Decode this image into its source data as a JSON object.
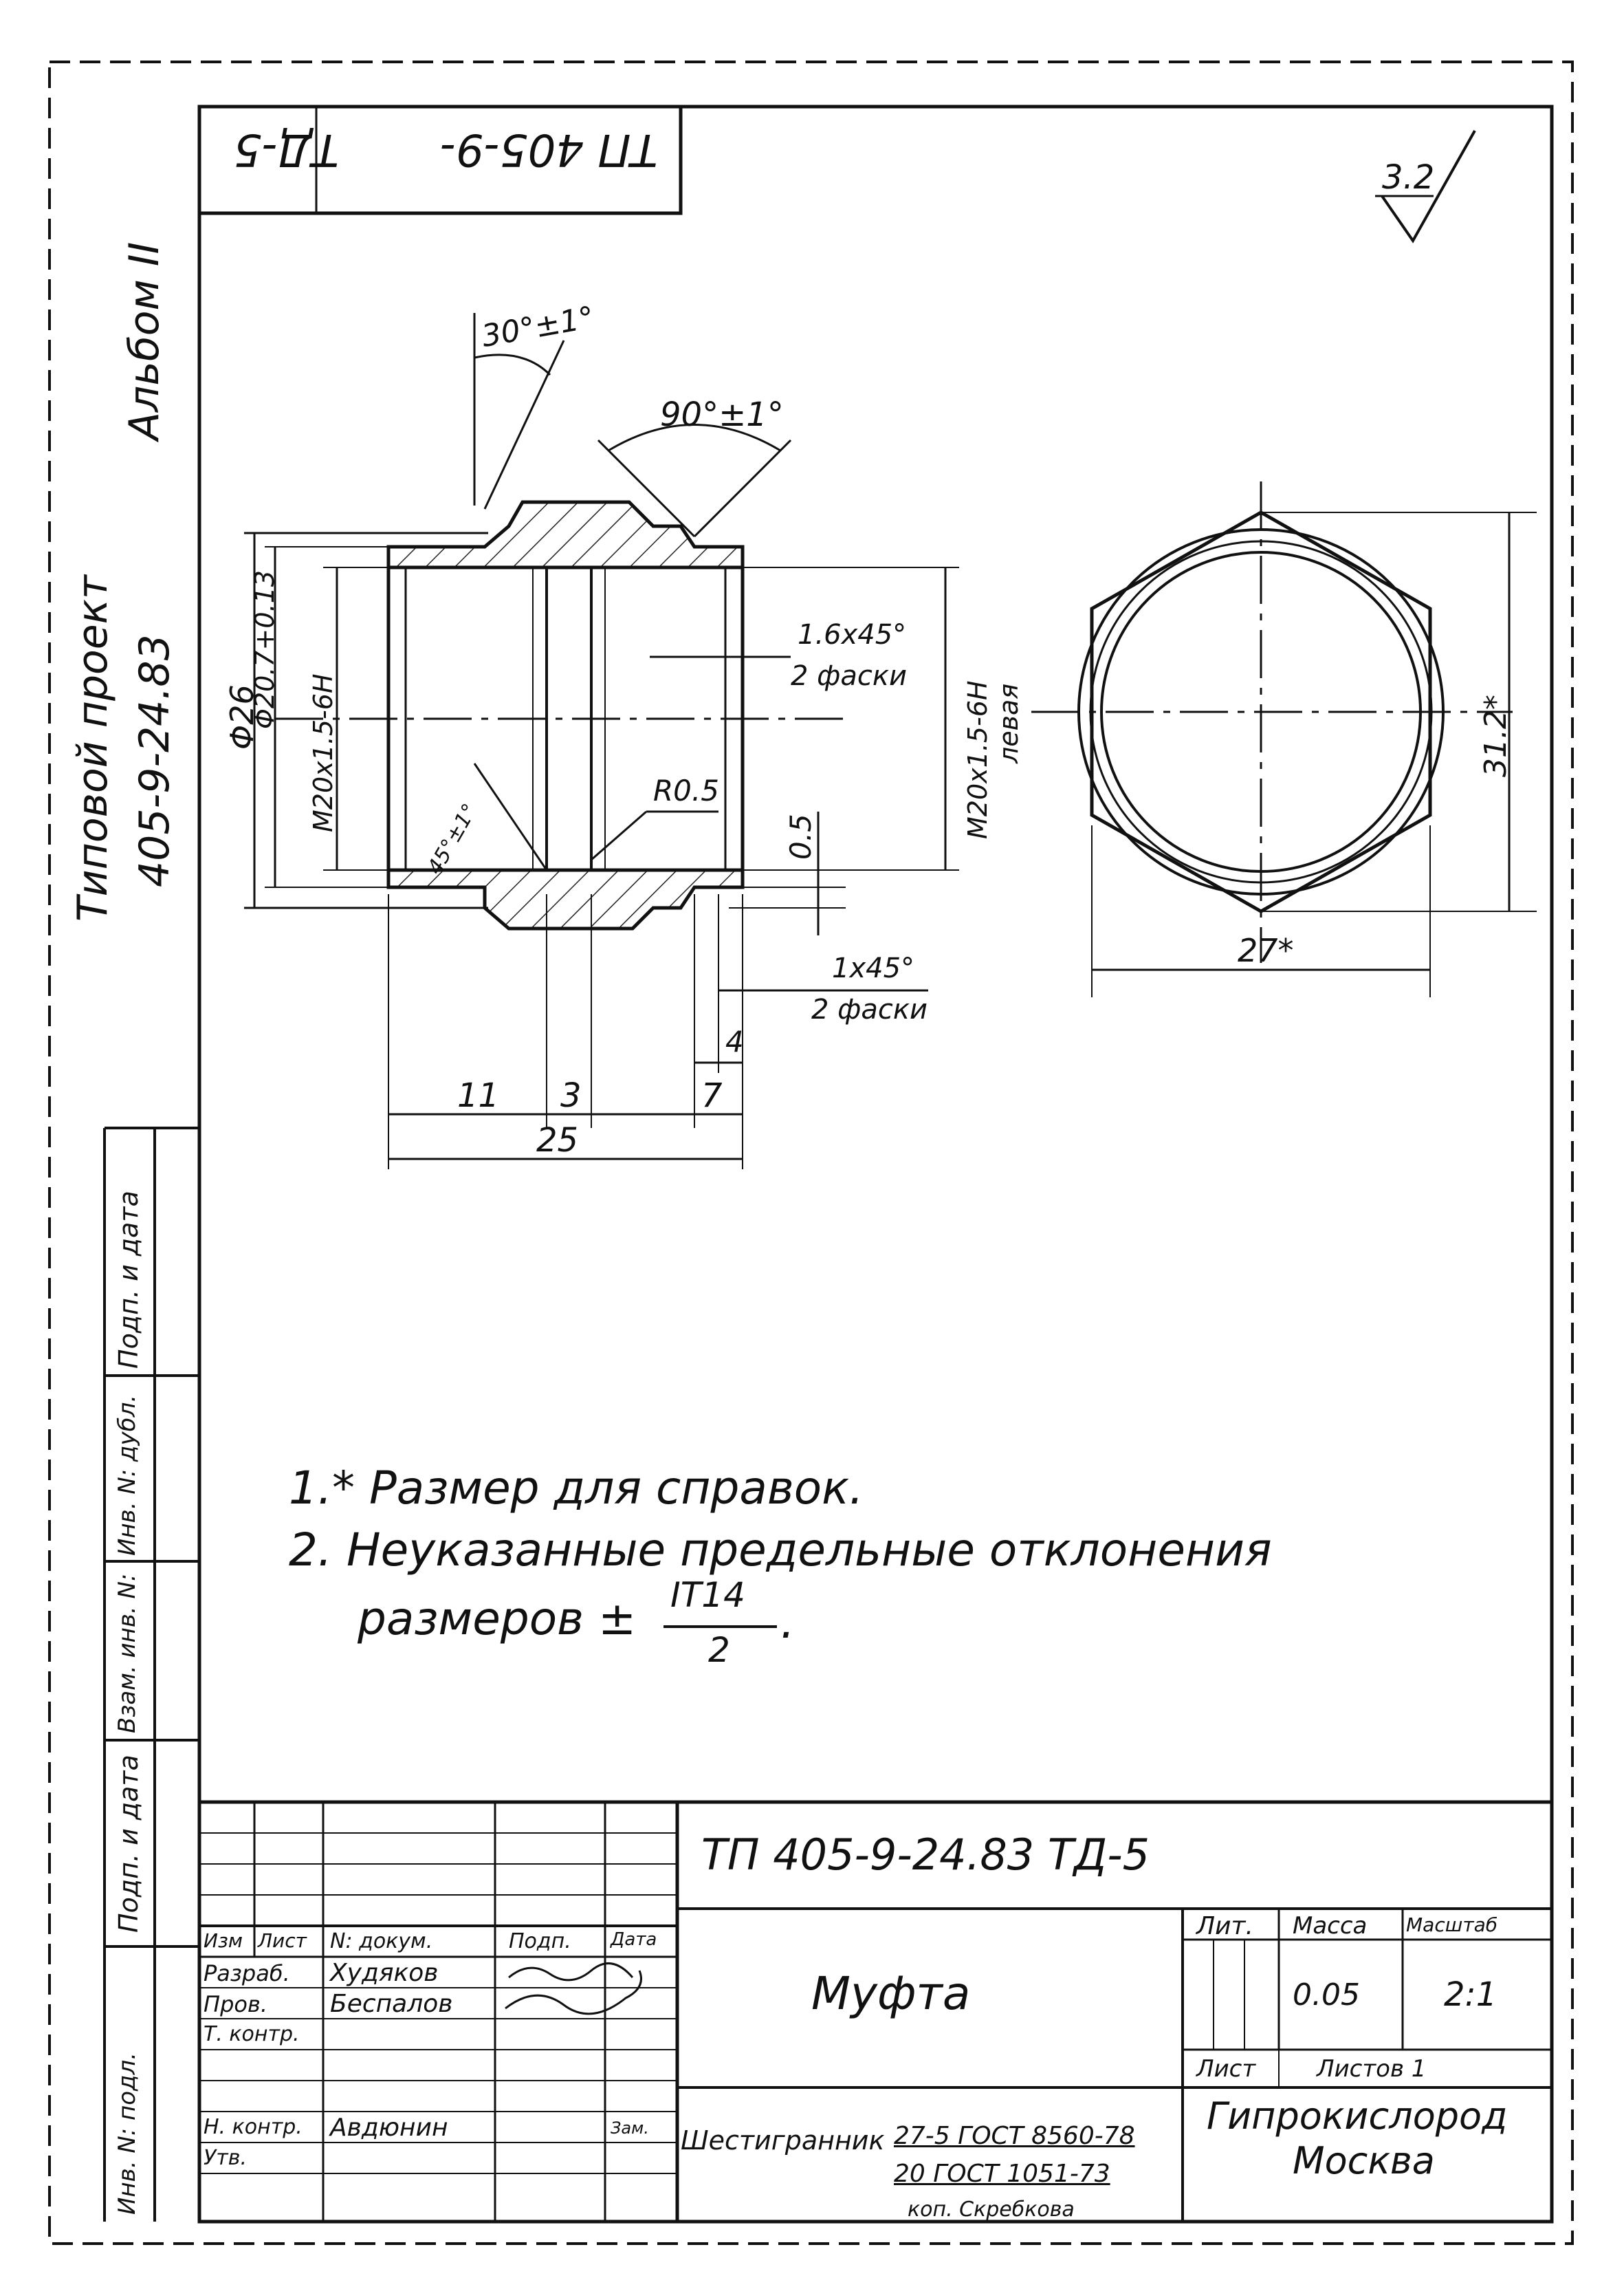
{
  "stamp_top": {
    "code": "ТП 405-9-",
    "sheet": "ТД-5"
  },
  "side_labels": {
    "project": "Типовой проект",
    "project_number": "405-9-24.83",
    "album": "Альбом II"
  },
  "side_table": [
    "Инв. N: подл.",
    "Подп. и дата",
    "Взам. инв. N:",
    "Инв. N: дубл.",
    "Подп. и дата"
  ],
  "roughness": "3.2",
  "dimensions": {
    "angle_30": "30°±1°",
    "angle_90": "90°±1°",
    "dia_26": "Φ26",
    "dia_20_7": "Φ20.7+0.13",
    "thread_left_bore": "M20x1.5-6H",
    "chamfer_top": "1.6x45°",
    "chamfer_top_count": "2 фаски",
    "thread_right": "M20x1.5-6H",
    "thread_right_note": "левая",
    "r05": "R0.5",
    "d05": "0.5",
    "angle_45": "45°±1°",
    "chamfer_bottom": "1x45°",
    "chamfer_bottom_count": "2 фаски",
    "len_4": "4",
    "len_11": "11",
    "len_3": "3",
    "len_7": "7",
    "len_25": "25",
    "hex_height": "31.2*",
    "hex_width": "27*"
  },
  "notes": {
    "n1": "1.* Размер для справок.",
    "n2": "2. Неуказанные предельные отклонения",
    "n3_prefix": "размеров ±",
    "n3_num": "IT14",
    "n3_den": "2",
    "n3_end": "."
  },
  "title_block": {
    "designation": "ТП 405-9-24.83 ТД-5",
    "part_name": "Муфта",
    "col_izm": "Изм",
    "col_list": "Лист",
    "col_doc": "N: докум.",
    "col_sign": "Подп.",
    "col_date": "Дата",
    "role_razrab": "Разраб.",
    "name_razrab": "Худяков",
    "role_prov": "Пров.",
    "name_prov": "Беспалов",
    "role_tkontr": "Т. контр.",
    "role_nkontr": "Н. контр.",
    "name_nkontr": "Авдюнин",
    "role_utv": "Утв.",
    "col_lit": "Лит.",
    "col_mass": "Масса",
    "col_scale": "Масштаб",
    "mass": "0.05",
    "scale": "2:1",
    "sheet_label": "Лист",
    "sheets_label": "Листов 1",
    "material_label": "Шестигранник",
    "material_line1": "27-5 ГОСТ 8560-78",
    "material_line2": "20 ГОСТ 1051-73",
    "org_line1": "Гипрокислород",
    "org_line2": "Москва",
    "zam": "Зам.",
    "footer": "коп. Скребкова"
  }
}
